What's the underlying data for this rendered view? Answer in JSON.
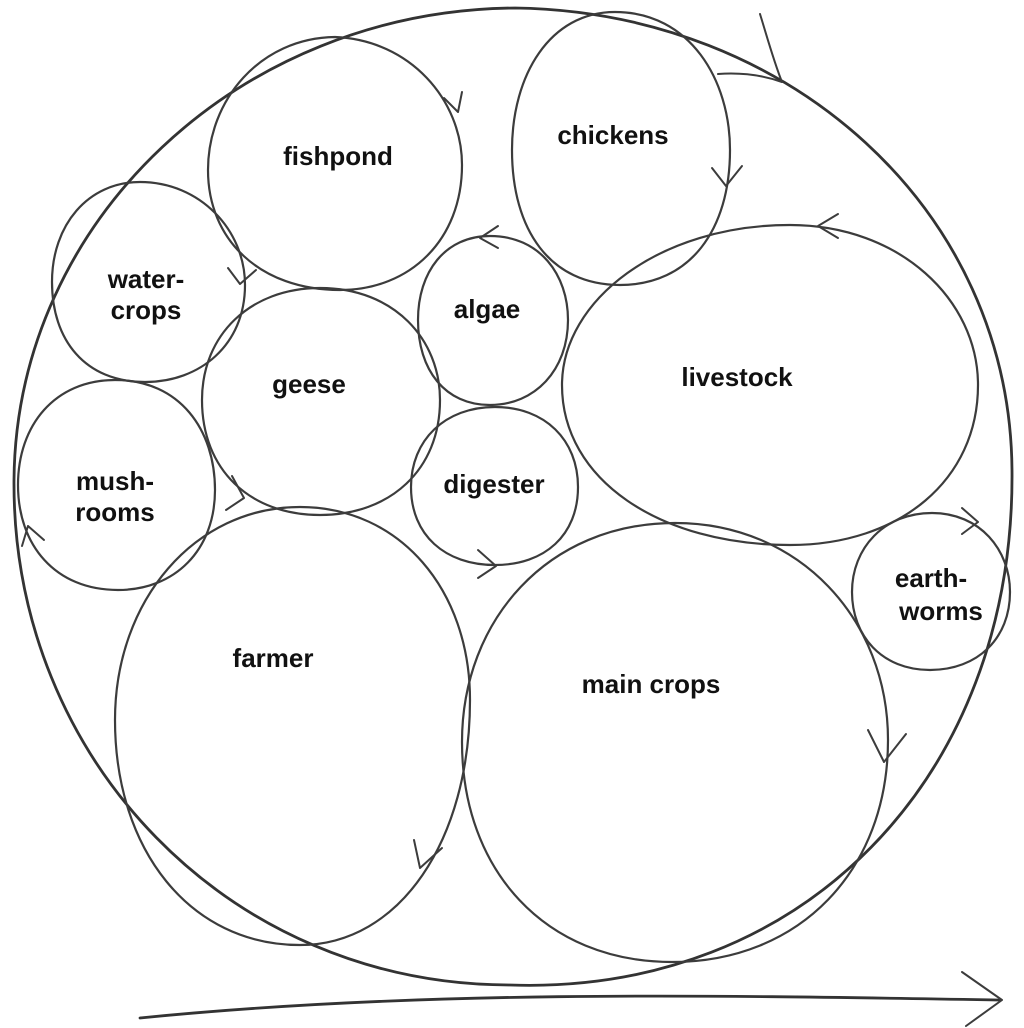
{
  "diagram": {
    "nodes": [
      {
        "id": "fishpond",
        "lines": [
          "fishpond"
        ]
      },
      {
        "id": "chickens",
        "lines": [
          "chickens"
        ]
      },
      {
        "id": "water-crops",
        "lines": [
          "water-",
          "crops"
        ]
      },
      {
        "id": "algae",
        "lines": [
          "algae"
        ]
      },
      {
        "id": "geese",
        "lines": [
          "geese"
        ]
      },
      {
        "id": "livestock",
        "lines": [
          "livestock"
        ]
      },
      {
        "id": "mushrooms",
        "lines": [
          "mush-",
          "rooms"
        ]
      },
      {
        "id": "digester",
        "lines": [
          "digester"
        ]
      },
      {
        "id": "earthworms",
        "lines": [
          "earth-",
          "worms"
        ]
      },
      {
        "id": "farmer",
        "lines": [
          "farmer"
        ]
      },
      {
        "id": "main-crops",
        "lines": [
          "main crops"
        ]
      }
    ]
  }
}
